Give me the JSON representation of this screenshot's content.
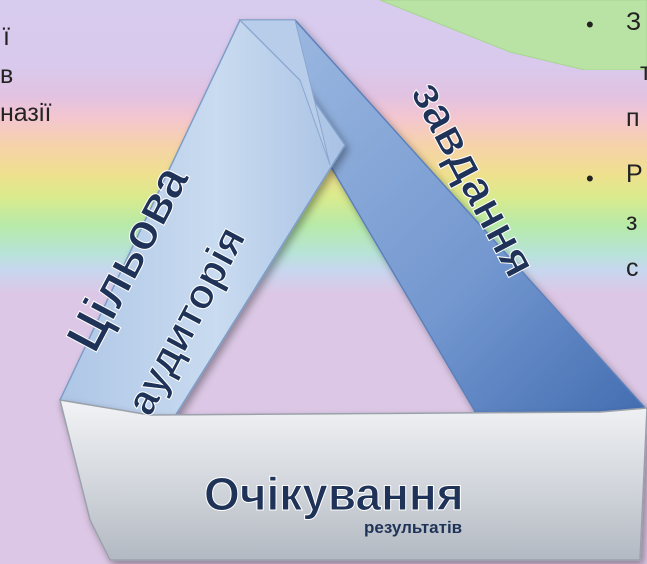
{
  "left_text": {
    "lines": [
      "ї",
      "в",
      "назії"
    ]
  },
  "right_text": {
    "bullets": [
      "•",
      "•"
    ],
    "lines": [
      "З",
      "т",
      "п",
      "Р",
      "з",
      "с"
    ]
  },
  "diagram": {
    "left_band_label_1": "Цільова",
    "left_band_label_2": "аудиторія",
    "right_band_label": "завдання",
    "bottom_band_label": "Очікування",
    "bottom_band_sublabel": "результатів"
  },
  "colors": {
    "band_blue_light": "#c4d6ee",
    "band_blue_dark": "#5b82c0",
    "band_silver": "#cfd3d8",
    "label_dark": "#1f3358",
    "callout_green": "#b9e3a4"
  }
}
